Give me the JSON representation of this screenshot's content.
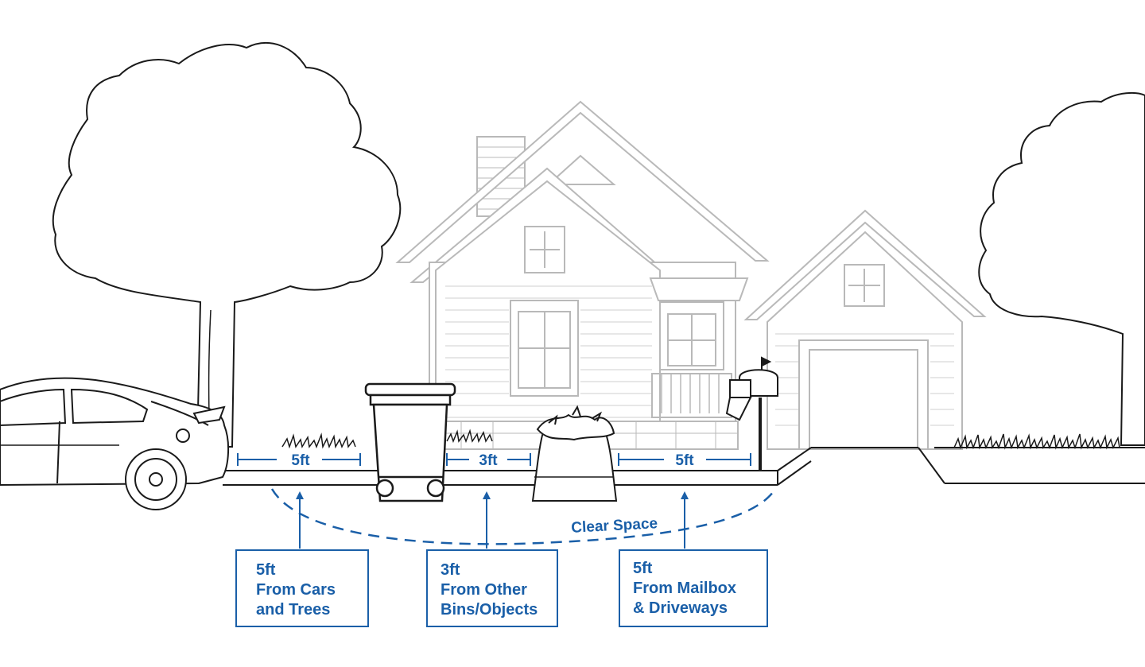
{
  "colors": {
    "accent": "#1a5fa8",
    "outline": "#1a1a1a",
    "house": "#b9b9b9"
  },
  "measurements": {
    "left": "5ft",
    "middle": "3ft",
    "right": "5ft"
  },
  "clear_space_label": "Clear Space",
  "callouts": [
    {
      "lines": [
        "5ft",
        "From Cars",
        "and Trees"
      ]
    },
    {
      "lines": [
        "3ft",
        "From Other",
        "Bins/Objects"
      ]
    },
    {
      "lines": [
        "5ft",
        "From Mailbox",
        "& Driveways"
      ]
    }
  ]
}
